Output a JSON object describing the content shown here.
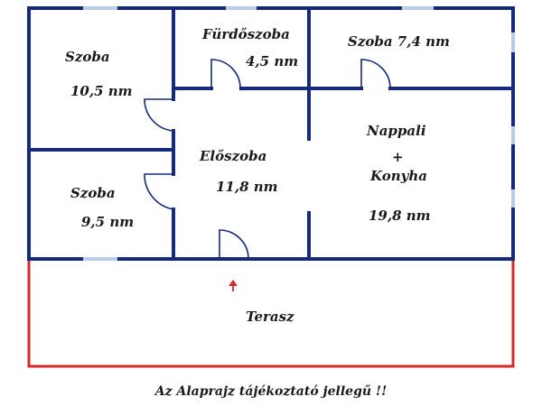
{
  "rooms": {
    "szoba_top": {
      "name": "Szoba",
      "area": "10,5 nm"
    },
    "furdoszoba": {
      "name": "Fürdőszoba",
      "area": "4,5 nm"
    },
    "szoba_74": {
      "name": "Szoba 7,4 nm"
    },
    "szoba_bottom": {
      "name": "Szoba",
      "area": "9,5 nm"
    },
    "eloszoba": {
      "name": "Előszoba",
      "area": "11,8 nm"
    },
    "nappali": {
      "name": "Nappali",
      "plus": "+",
      "name2": "Konyha",
      "area": "19,8 nm"
    },
    "terasz": {
      "name": "Terasz"
    }
  },
  "footer_note": "Az Alaprajz tájékoztató jellegű !!",
  "colors": {
    "walls": "#152a7a",
    "windows": "#b9cde8",
    "terrace": "#d42a2a",
    "entrance_arrow": "#d42a2a"
  }
}
